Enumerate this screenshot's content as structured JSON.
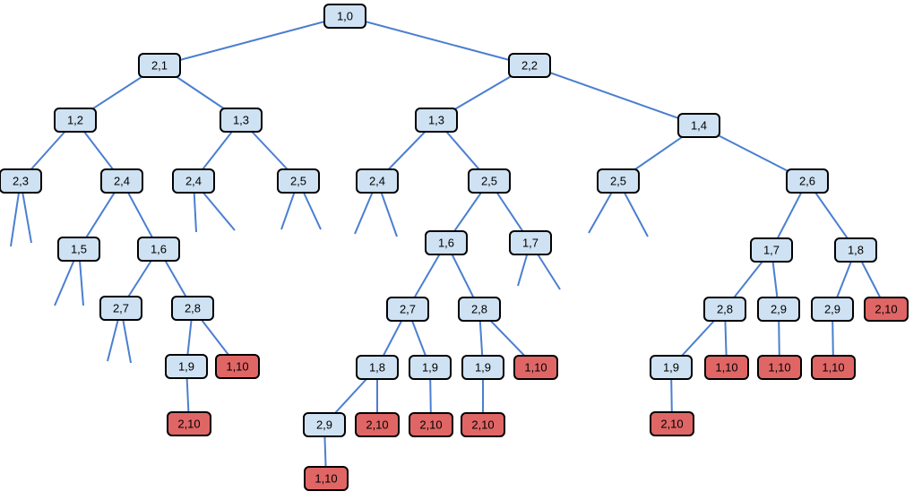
{
  "colors": {
    "edge": "#4a7fd0",
    "node_fill": "#cfe2f3",
    "leaf_fill": "#e06666"
  },
  "nodes": [
    {
      "id": "n0",
      "label": "1,0",
      "type": "normal"
    },
    {
      "id": "n1",
      "label": "2,1",
      "type": "normal"
    },
    {
      "id": "n2",
      "label": "2,2",
      "type": "normal"
    },
    {
      "id": "n3",
      "label": "1,2",
      "type": "normal"
    },
    {
      "id": "n4",
      "label": "1,3",
      "type": "normal"
    },
    {
      "id": "n5",
      "label": "1,3",
      "type": "normal"
    },
    {
      "id": "n6",
      "label": "1,4",
      "type": "normal"
    },
    {
      "id": "n7",
      "label": "2,3",
      "type": "normal"
    },
    {
      "id": "n8",
      "label": "2,4",
      "type": "normal"
    },
    {
      "id": "n9",
      "label": "2,4",
      "type": "normal"
    },
    {
      "id": "n10",
      "label": "2,5",
      "type": "normal"
    },
    {
      "id": "n11",
      "label": "2,4",
      "type": "normal"
    },
    {
      "id": "n12",
      "label": "2,5",
      "type": "normal"
    },
    {
      "id": "n13",
      "label": "2,5",
      "type": "normal"
    },
    {
      "id": "n14",
      "label": "2,6",
      "type": "normal"
    },
    {
      "id": "n15",
      "label": "1,5",
      "type": "normal"
    },
    {
      "id": "n16",
      "label": "1,6",
      "type": "normal"
    },
    {
      "id": "n17",
      "label": "1,6",
      "type": "normal"
    },
    {
      "id": "n18",
      "label": "1,7",
      "type": "normal"
    },
    {
      "id": "n19",
      "label": "1,7",
      "type": "normal"
    },
    {
      "id": "n20",
      "label": "1,8",
      "type": "normal"
    },
    {
      "id": "n21",
      "label": "2,7",
      "type": "normal"
    },
    {
      "id": "n22",
      "label": "2,8",
      "type": "normal"
    },
    {
      "id": "n23",
      "label": "2,7",
      "type": "normal"
    },
    {
      "id": "n24",
      "label": "2,8",
      "type": "normal"
    },
    {
      "id": "n25",
      "label": "2,8",
      "type": "normal"
    },
    {
      "id": "n26",
      "label": "2,9",
      "type": "normal"
    },
    {
      "id": "n27",
      "label": "2,9",
      "type": "normal"
    },
    {
      "id": "n28",
      "label": "2,10",
      "type": "terminal"
    },
    {
      "id": "n29",
      "label": "1,9",
      "type": "normal"
    },
    {
      "id": "n30",
      "label": "1,10",
      "type": "terminal"
    },
    {
      "id": "n31",
      "label": "1,8",
      "type": "normal"
    },
    {
      "id": "n32",
      "label": "1,9",
      "type": "normal"
    },
    {
      "id": "n33",
      "label": "1,9",
      "type": "normal"
    },
    {
      "id": "n34",
      "label": "1,10",
      "type": "terminal"
    },
    {
      "id": "n35",
      "label": "1,9",
      "type": "normal"
    },
    {
      "id": "n36",
      "label": "1,10",
      "type": "terminal"
    },
    {
      "id": "n37",
      "label": "1,10",
      "type": "terminal"
    },
    {
      "id": "n38",
      "label": "1,10",
      "type": "terminal"
    },
    {
      "id": "n39",
      "label": "2,10",
      "type": "terminal"
    },
    {
      "id": "n40",
      "label": "2,9",
      "type": "normal"
    },
    {
      "id": "n41",
      "label": "2,10",
      "type": "terminal"
    },
    {
      "id": "n42",
      "label": "2,10",
      "type": "terminal"
    },
    {
      "id": "n43",
      "label": "2,10",
      "type": "terminal"
    },
    {
      "id": "n44",
      "label": "2,10",
      "type": "terminal"
    },
    {
      "id": "n45",
      "label": "1,10",
      "type": "terminal"
    }
  ],
  "edges": [
    [
      "n0",
      "n1"
    ],
    [
      "n0",
      "n2"
    ],
    [
      "n1",
      "n3"
    ],
    [
      "n1",
      "n4"
    ],
    [
      "n2",
      "n5"
    ],
    [
      "n2",
      "n6"
    ],
    [
      "n3",
      "n7"
    ],
    [
      "n3",
      "n8"
    ],
    [
      "n4",
      "n9"
    ],
    [
      "n4",
      "n10"
    ],
    [
      "n5",
      "n11"
    ],
    [
      "n5",
      "n12"
    ],
    [
      "n6",
      "n13"
    ],
    [
      "n6",
      "n14"
    ],
    [
      "n8",
      "n15"
    ],
    [
      "n8",
      "n16"
    ],
    [
      "n12",
      "n17"
    ],
    [
      "n12",
      "n18"
    ],
    [
      "n14",
      "n19"
    ],
    [
      "n14",
      "n20"
    ],
    [
      "n16",
      "n21"
    ],
    [
      "n16",
      "n22"
    ],
    [
      "n17",
      "n23"
    ],
    [
      "n17",
      "n24"
    ],
    [
      "n19",
      "n25"
    ],
    [
      "n19",
      "n26"
    ],
    [
      "n20",
      "n27"
    ],
    [
      "n20",
      "n28"
    ],
    [
      "n22",
      "n29"
    ],
    [
      "n22",
      "n30"
    ],
    [
      "n23",
      "n31"
    ],
    [
      "n23",
      "n32"
    ],
    [
      "n24",
      "n33"
    ],
    [
      "n24",
      "n34"
    ],
    [
      "n25",
      "n35"
    ],
    [
      "n25",
      "n36"
    ],
    [
      "n26",
      "n37"
    ],
    [
      "n27",
      "n38"
    ],
    [
      "n29",
      "n39"
    ],
    [
      "n31",
      "n40"
    ],
    [
      "n31",
      "n41"
    ],
    [
      "n32",
      "n42"
    ],
    [
      "n33",
      "n43"
    ],
    [
      "n35",
      "n44"
    ],
    [
      "n40",
      "n45"
    ]
  ]
}
